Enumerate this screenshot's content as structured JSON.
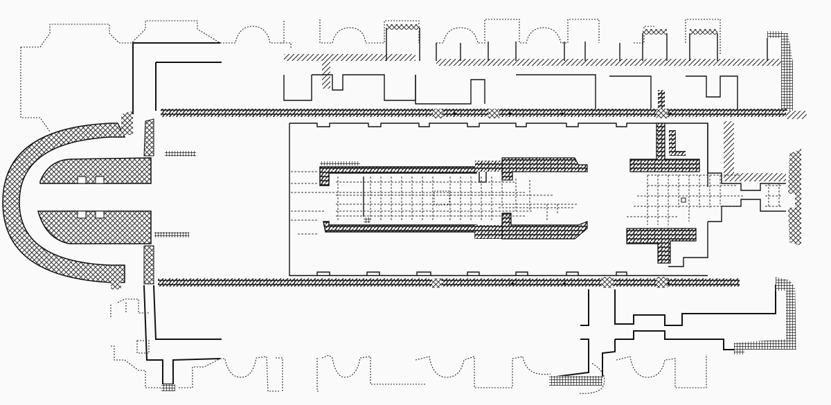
{
  "drawing": {
    "type": "architectural-floor-plan",
    "subject": "basilica ground plan with apse, nave, side chapels and excavated crypt",
    "orientation": "apse-left",
    "colors": {
      "background": "#fafafa",
      "ink": "#111111",
      "hatch": "#1a1a1a"
    },
    "legend_fills": [
      {
        "name": "cross-hatch",
        "meaning": "apse and east masonry"
      },
      {
        "name": "diagonal-hatch",
        "meaning": "nave arcade walls"
      },
      {
        "name": "grid-hatch",
        "meaning": "later additions"
      },
      {
        "name": "dotted-outline",
        "meaning": "reconstructed or conjectural chapels"
      },
      {
        "name": "dashed-grid",
        "meaning": "floor paving"
      }
    ],
    "regions": [
      "apse",
      "nave",
      "crypt-chamber",
      "east-transept-chamber",
      "north-chapels",
      "south-chapels",
      "west-entrance"
    ]
  }
}
